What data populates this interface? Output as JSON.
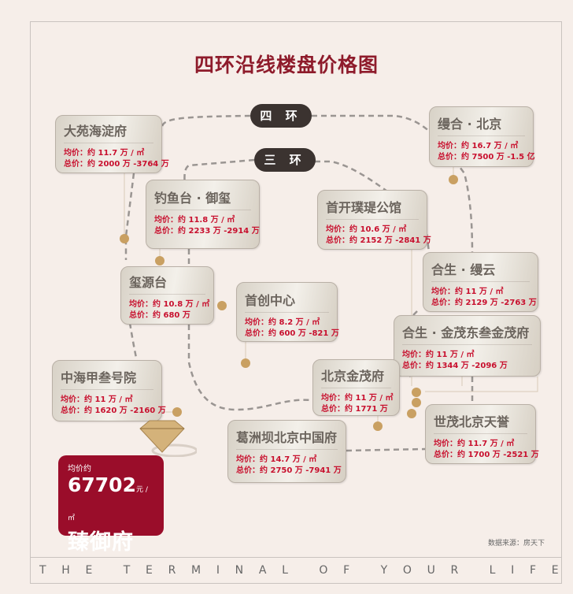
{
  "title": "四环沿线楼盘价格图",
  "rings": {
    "fourth": "四 环",
    "third": "三 环"
  },
  "projects": [
    {
      "name": "大苑海淀府",
      "avg": "均价：约 11.7 万 / ㎡",
      "total": "总价：约 2000 万 -3764 万"
    },
    {
      "name": "钓鱼台 · 御玺",
      "avg": "均价：约 11.8 万 / ㎡",
      "total": "总价：约 2233 万 -2914 万"
    },
    {
      "name": "玺源台",
      "avg": "均价：约 10.8 万 / ㎡",
      "total": "总价：约 680 万"
    },
    {
      "name": "首创中心",
      "avg": "均价：约 8.2 万 / ㎡",
      "total": "总价：约 600 万 -821 万"
    },
    {
      "name": "中海甲叁号院",
      "avg": "均价：约 11 万 / ㎡",
      "total": "总价：约 1620 万 -2160 万"
    },
    {
      "name": "缦合 · 北京",
      "avg": "均价：约 16.7 万 / ㎡",
      "total": "总价：约 7500 万 -1.5 亿"
    },
    {
      "name": "首开璞瑅公馆",
      "avg": "均价：约 10.6 万 / ㎡",
      "total": "总价：约 2152 万 -2841 万"
    },
    {
      "name": "合生 · 缦云",
      "avg": "均价：约 11 万 / ㎡",
      "total": "总价：约 2129 万 -2763 万"
    },
    {
      "name": "合生 · 金茂东叁金茂府",
      "avg": "均价：约 11 万 / ㎡",
      "total": "总价：约 1344 万 -2096 万"
    },
    {
      "name": "北京金茂府",
      "avg": "均价：约 11 万 / ㎡",
      "total": "总价：约 1771 万"
    },
    {
      "name": "世茂北京天誉",
      "avg": "均价：约 11.7 万 / ㎡",
      "total": "总价：约 1700 万 -2521 万"
    },
    {
      "name": "葛洲坝北京中国府",
      "avg": "均价：约 14.7 万 / ㎡",
      "total": "总价：约 2750 万 -7941 万"
    }
  ],
  "highlight": {
    "label": "均价约",
    "price": "67702",
    "unit": "元 / ㎡",
    "name": "臻御府"
  },
  "source": "数据来源：房天下",
  "footer": [
    "T",
    "H",
    "E",
    "T",
    "E",
    "R",
    "M",
    "I",
    "N",
    "A",
    "L",
    "O",
    "F",
    "Y",
    "O",
    "U",
    "R",
    "L",
    "I",
    "F",
    "E"
  ],
  "colors": {
    "accent": "#9a0d2a",
    "gold": "#c9a062",
    "price_red": "#c8102e"
  }
}
